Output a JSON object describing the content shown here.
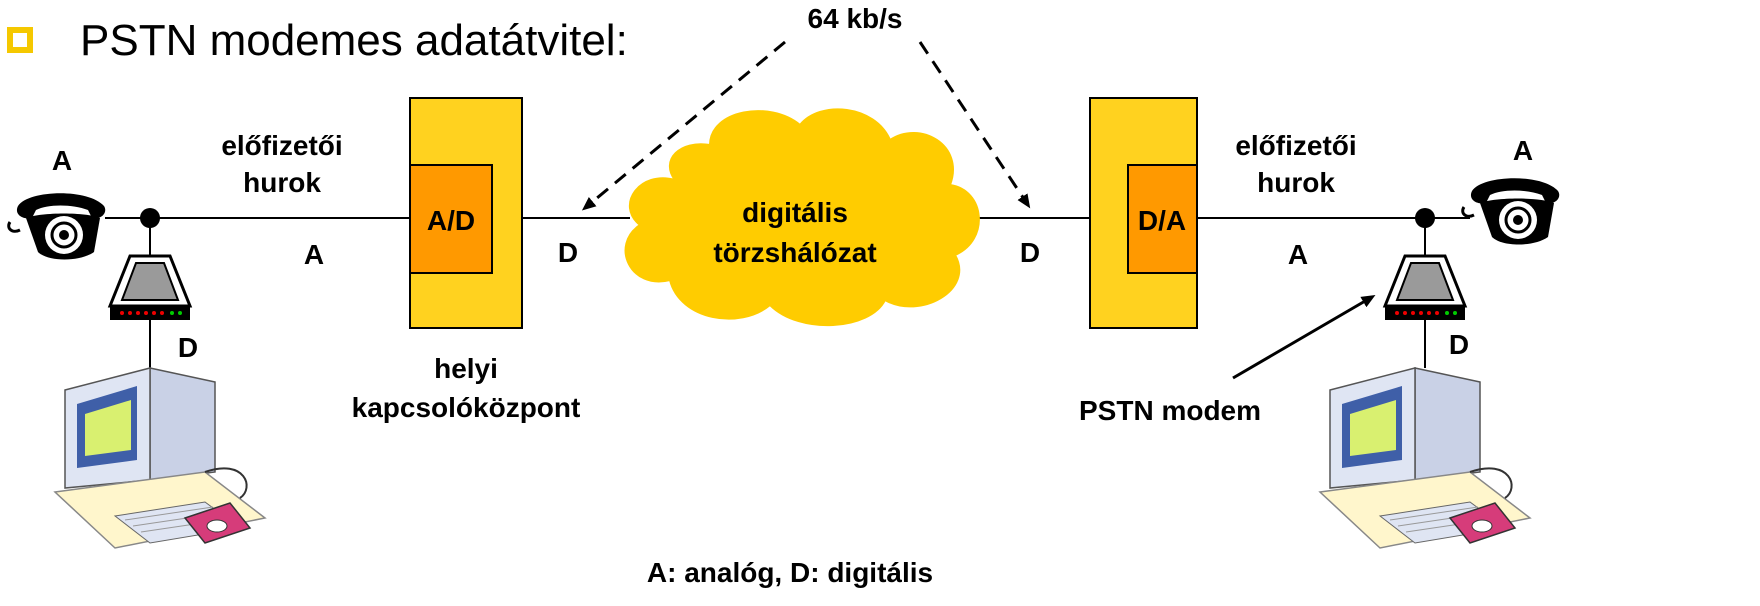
{
  "title": "PSTN modemes adatátvitel:",
  "speed_label": "64 kb/s",
  "left": {
    "phone_signal": "A",
    "loop_label_1": "előfizetői",
    "loop_label_2": "hurok",
    "line_signal": "A",
    "modem_out_signal": "D",
    "converter": "A/D",
    "converter_out": "D",
    "exchange_label_1": "helyi",
    "exchange_label_2": "kapcsolóközpont"
  },
  "cloud": {
    "label_1": "digitális",
    "label_2": "törzshálózat"
  },
  "right": {
    "converter_in": "D",
    "converter": "D/A",
    "loop_label_1": "előfizetői",
    "loop_label_2": "hurok",
    "line_signal": "A",
    "phone_signal": "A",
    "modem_out_signal": "D",
    "modem_label": "PSTN modem"
  },
  "legend": "A: analóg, D: digitális",
  "colors": {
    "exchange_fill": "#FFD21F",
    "converter_fill": "#FF9900",
    "cloud_fill": "#FFCC00",
    "bullet": "#F5C800"
  }
}
